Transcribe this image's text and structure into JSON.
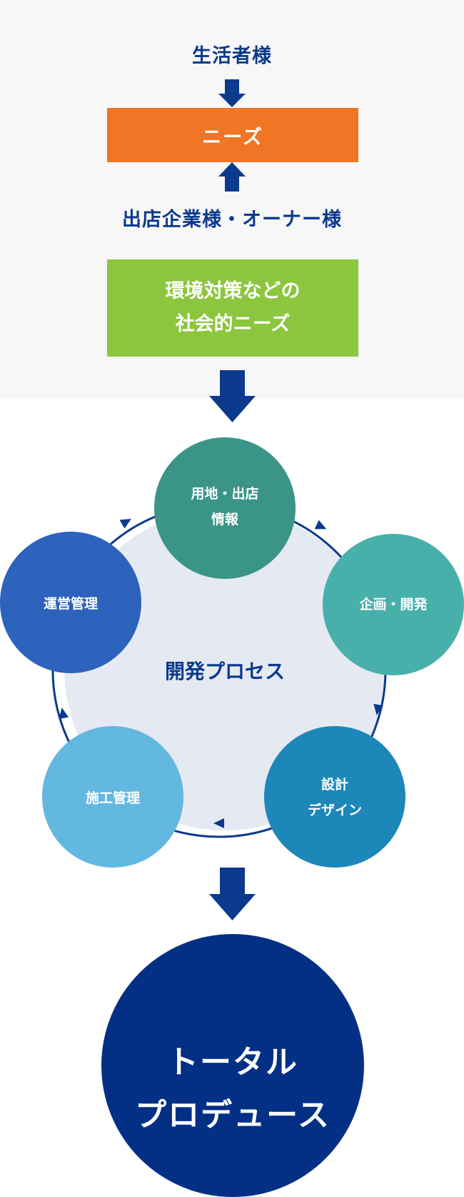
{
  "needs_flow": {
    "consumers": "生活者様",
    "needs": "ニーズ",
    "tenants": "出店企業様・オーナー様",
    "social_needs": [
      "環境対策などの",
      "社会的ニーズ"
    ]
  },
  "cycle": {
    "center": "開発プロセス",
    "steps": [
      {
        "lines": [
          "用地・出店",
          "情報"
        ],
        "color": "#3a9488"
      },
      {
        "lines": [
          "企画・開発"
        ],
        "color": "#48b0ab"
      },
      {
        "lines": [
          "設計",
          "デザイン"
        ],
        "color": "#1d87b9"
      },
      {
        "lines": [
          "施工管理"
        ],
        "color": "#63b8e0"
      },
      {
        "lines": [
          "運営管理"
        ],
        "color": "#2d62bd"
      }
    ]
  },
  "result": {
    "lines": [
      "トータル",
      "プロデュース"
    ],
    "color": "#033085"
  },
  "colors": {
    "navy": "#0b3a8c",
    "orange": "#f07525",
    "green": "#8cc63f",
    "hub": "#e5e9f2",
    "panel": "#f7f7f7"
  }
}
